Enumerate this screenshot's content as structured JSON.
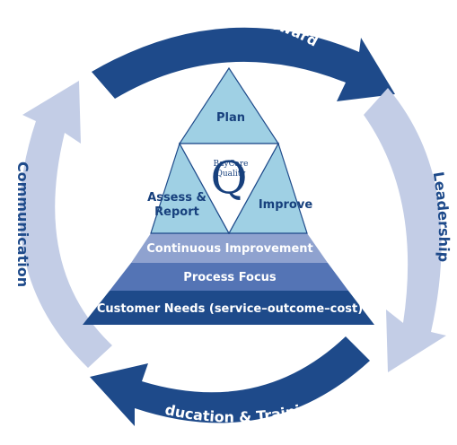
{
  "cycle": {
    "top": "Recognition & Reward",
    "right": "Leadership",
    "bottom": "Education & Training",
    "left": "Communication"
  },
  "pyramid": {
    "plan": "Plan",
    "assess_line1": "Assess &",
    "assess_line2": "Report",
    "improve": "Improve",
    "logo": {
      "line1": "BayCare",
      "line2": "Quality",
      "letter": "Q"
    },
    "bands": {
      "continuous": "Continuous Improvement",
      "process": "Process Focus",
      "customer": "Customer Needs (service–outcome–cost)"
    }
  },
  "colors": {
    "dark_blue": "#1e4a8a",
    "light_arrow": "#c3cde6",
    "light_triangle": "#9fd0e4",
    "band_light": "#8fa2cf",
    "band_mid": "#5474b5",
    "band_dark": "#1e4a8a"
  }
}
